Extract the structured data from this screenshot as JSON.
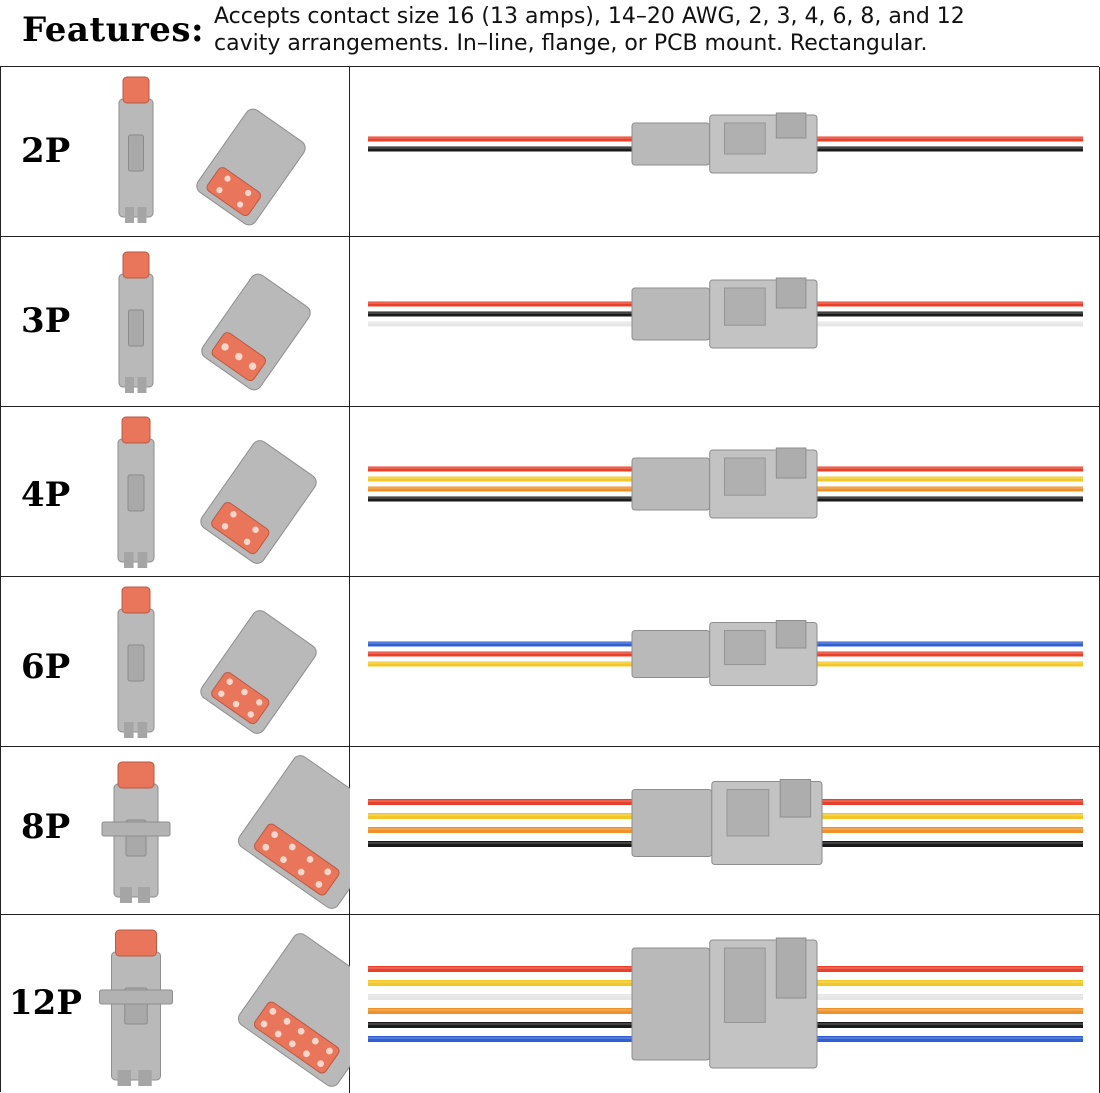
{
  "header": {
    "label": "Features:",
    "line1": "Accepts contact size 16 (13 amps), 14–20 AWG, 2, 3, 4, 6, 8, and 12",
    "line2": "cavity arrangements. In–line, flange, or PCB mount. Rectangular."
  },
  "rows": [
    {
      "label": "2P",
      "wires": [
        "#e8402a",
        "#1a1a1a"
      ]
    },
    {
      "label": "3P",
      "wires": [
        "#e8402a",
        "#1a1a1a",
        "#e6e6e6"
      ]
    },
    {
      "label": "4P",
      "wires": [
        "#e8402a",
        "#f2c828",
        "#f0922a",
        "#1a1a1a"
      ]
    },
    {
      "label": "6P",
      "wires": [
        "#2f5fd0",
        "#e8402a",
        "#f2c828"
      ]
    },
    {
      "label": "8P",
      "wires": [
        "#e8402a",
        "#f2c828",
        "#f0922a",
        "#1a1a1a"
      ]
    },
    {
      "label": "12P",
      "wires": [
        "#e8402a",
        "#f2c828",
        "#e6e6e6",
        "#f0922a",
        "#1a1a1a",
        "#2f5fd0"
      ]
    }
  ],
  "colors": {
    "connector_gray": "#b9b9b9",
    "seal_orange": "#e9765a",
    "border": "#222222"
  }
}
